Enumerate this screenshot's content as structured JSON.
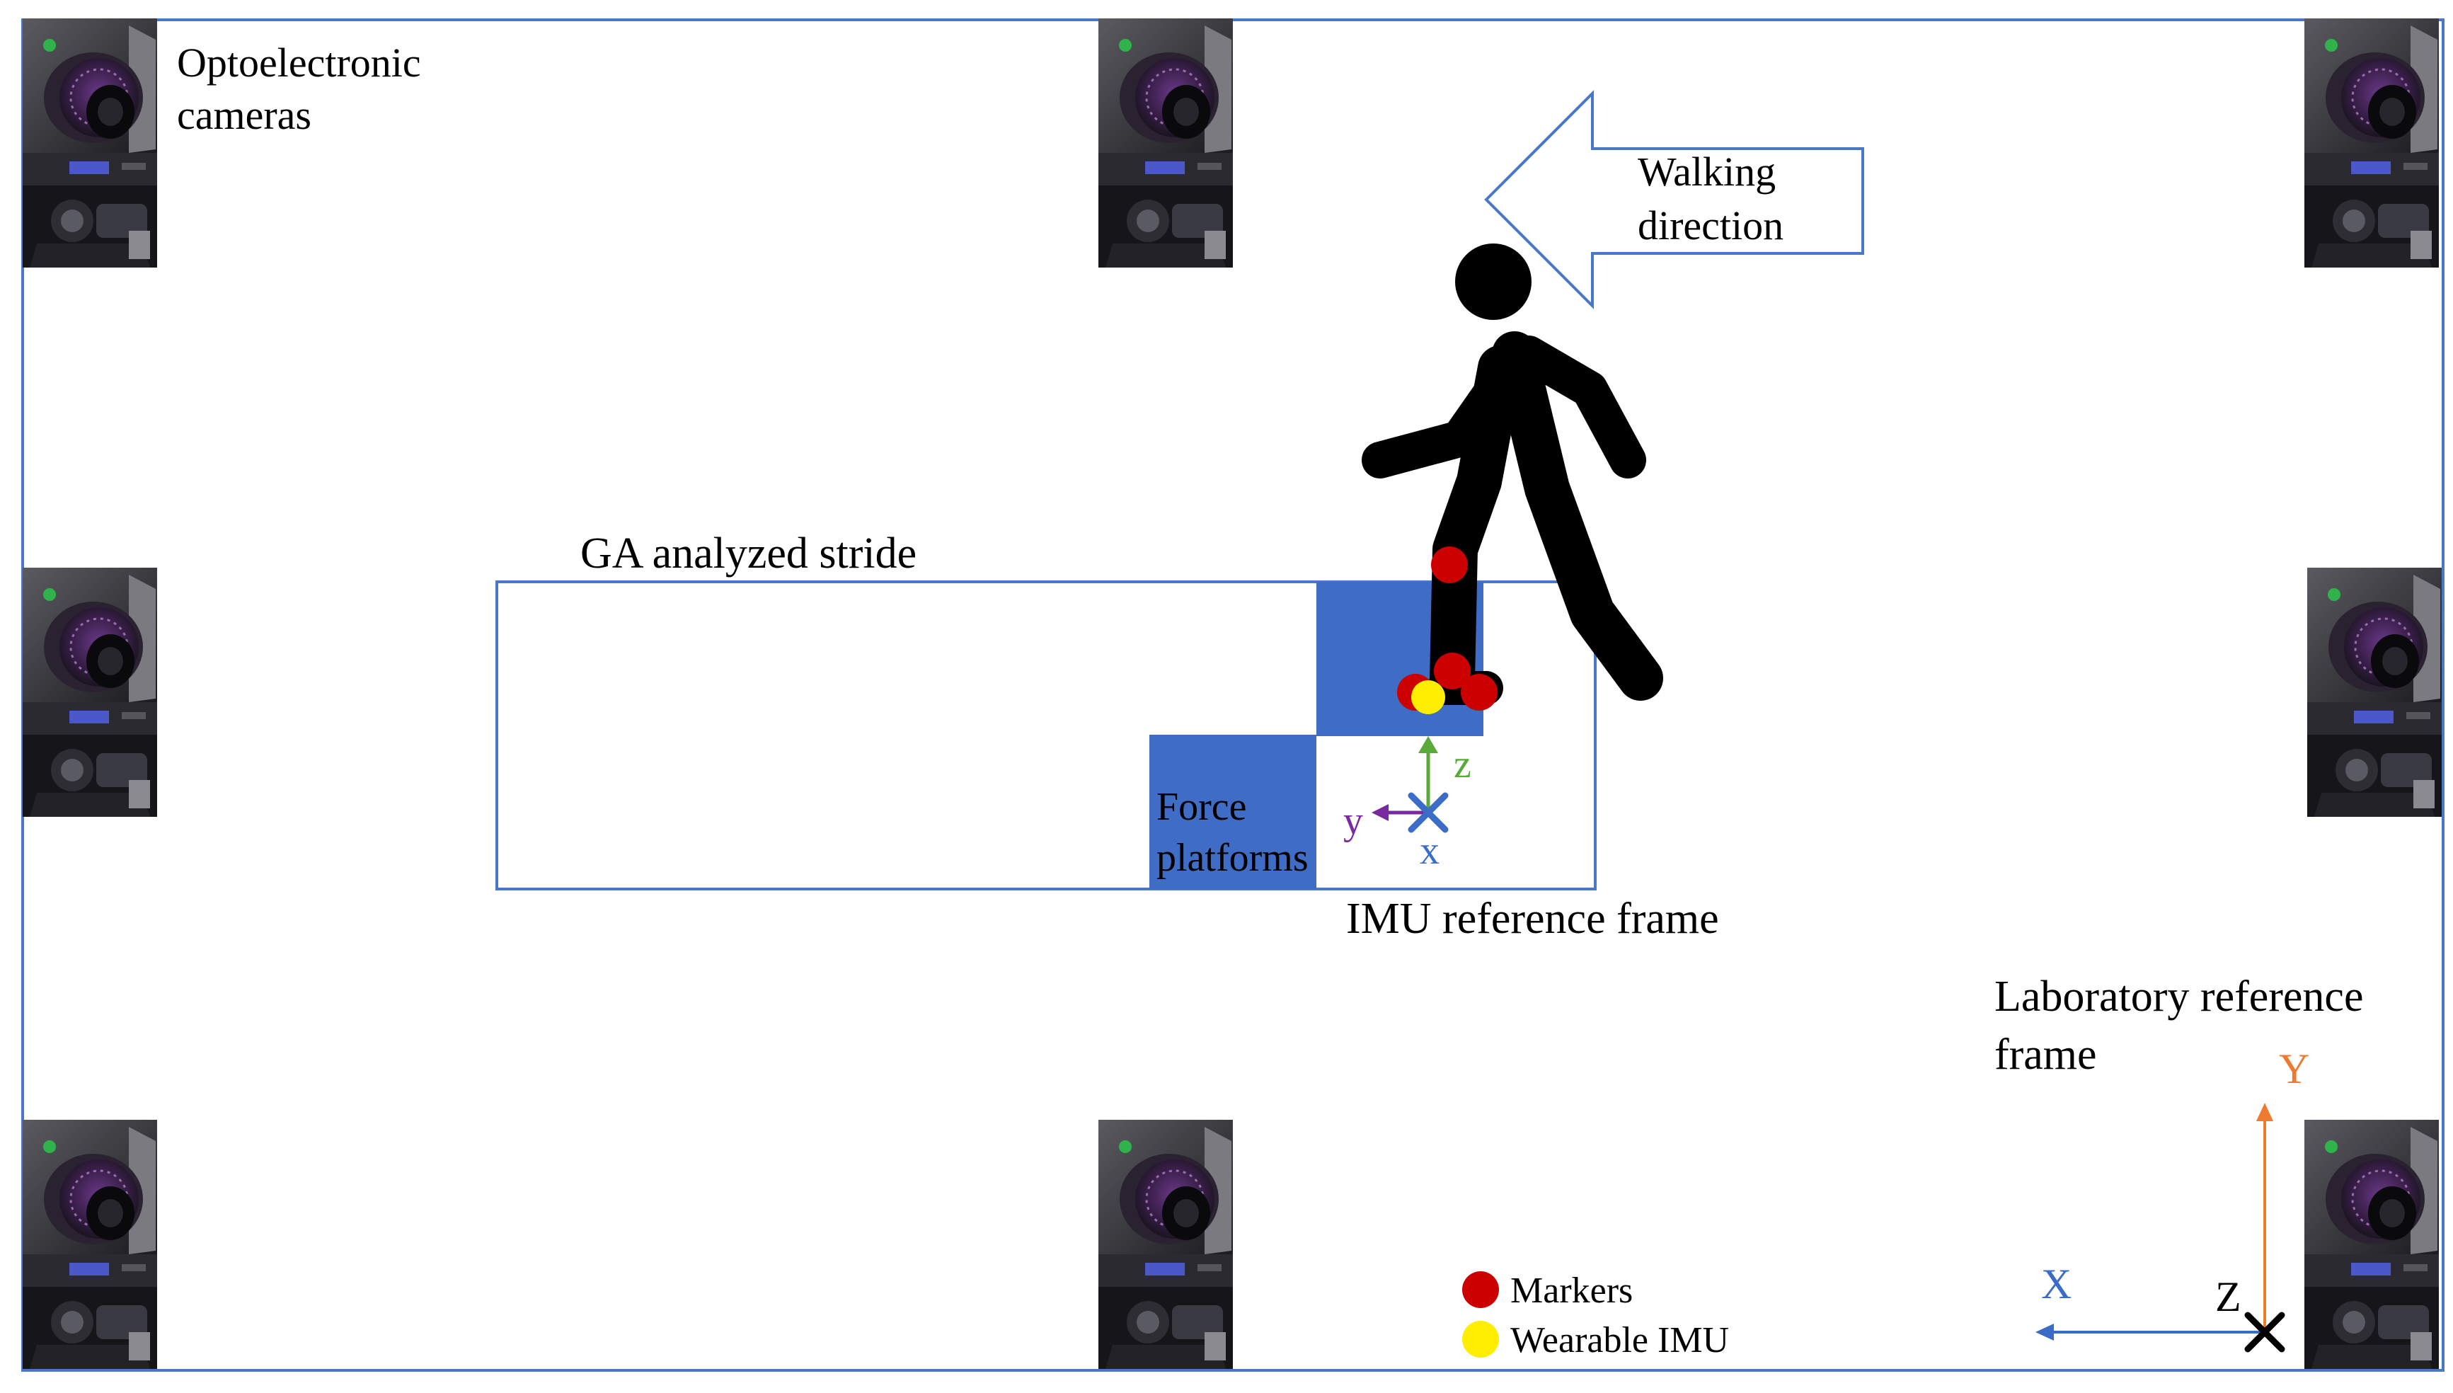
{
  "cameras_label": {
    "line1": "Optoelectronic",
    "line2": "cameras"
  },
  "walking_direction": {
    "line1": "Walking",
    "line2": "direction"
  },
  "stride_label": "GA analyzed stride",
  "force_platforms": {
    "line1": "Force",
    "line2": "platforms"
  },
  "imu_frame": {
    "title": "IMU reference frame",
    "x": "x",
    "y": "y",
    "z": "z"
  },
  "lab_frame": {
    "line1": "Laboratory reference",
    "line2": "frame",
    "X": "X",
    "Y": "Y",
    "Z": "Z"
  },
  "legend": {
    "markers": "Markers",
    "imu": "Wearable IMU"
  },
  "colors": {
    "border": "#4a78c8",
    "platform": "#3f6cc4",
    "marker": "#cc0000",
    "imu": "#ffee00",
    "z_axis": "#5aaa3a",
    "y_axis": "#7a2aa0",
    "x_axis": "#3a6cc8",
    "lab_Y": "#ee7a30",
    "lab_X": "#3a6cc8"
  },
  "icons": {
    "camera": "motion-capture-camera-icon",
    "walker": "walking-person-icon"
  }
}
